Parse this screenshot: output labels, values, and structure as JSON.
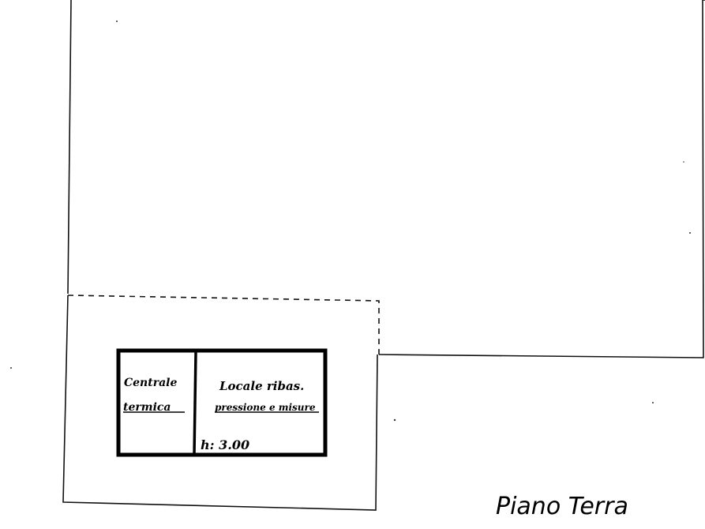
{
  "plan": {
    "title": "Piano Terra",
    "rooms": [
      {
        "id": "left",
        "lines": [
          "Centrale",
          "termica"
        ]
      },
      {
        "id": "right",
        "lines": [
          "Locale ribas.",
          "pressione e misure"
        ]
      }
    ],
    "height_label": "h: 3.00"
  }
}
